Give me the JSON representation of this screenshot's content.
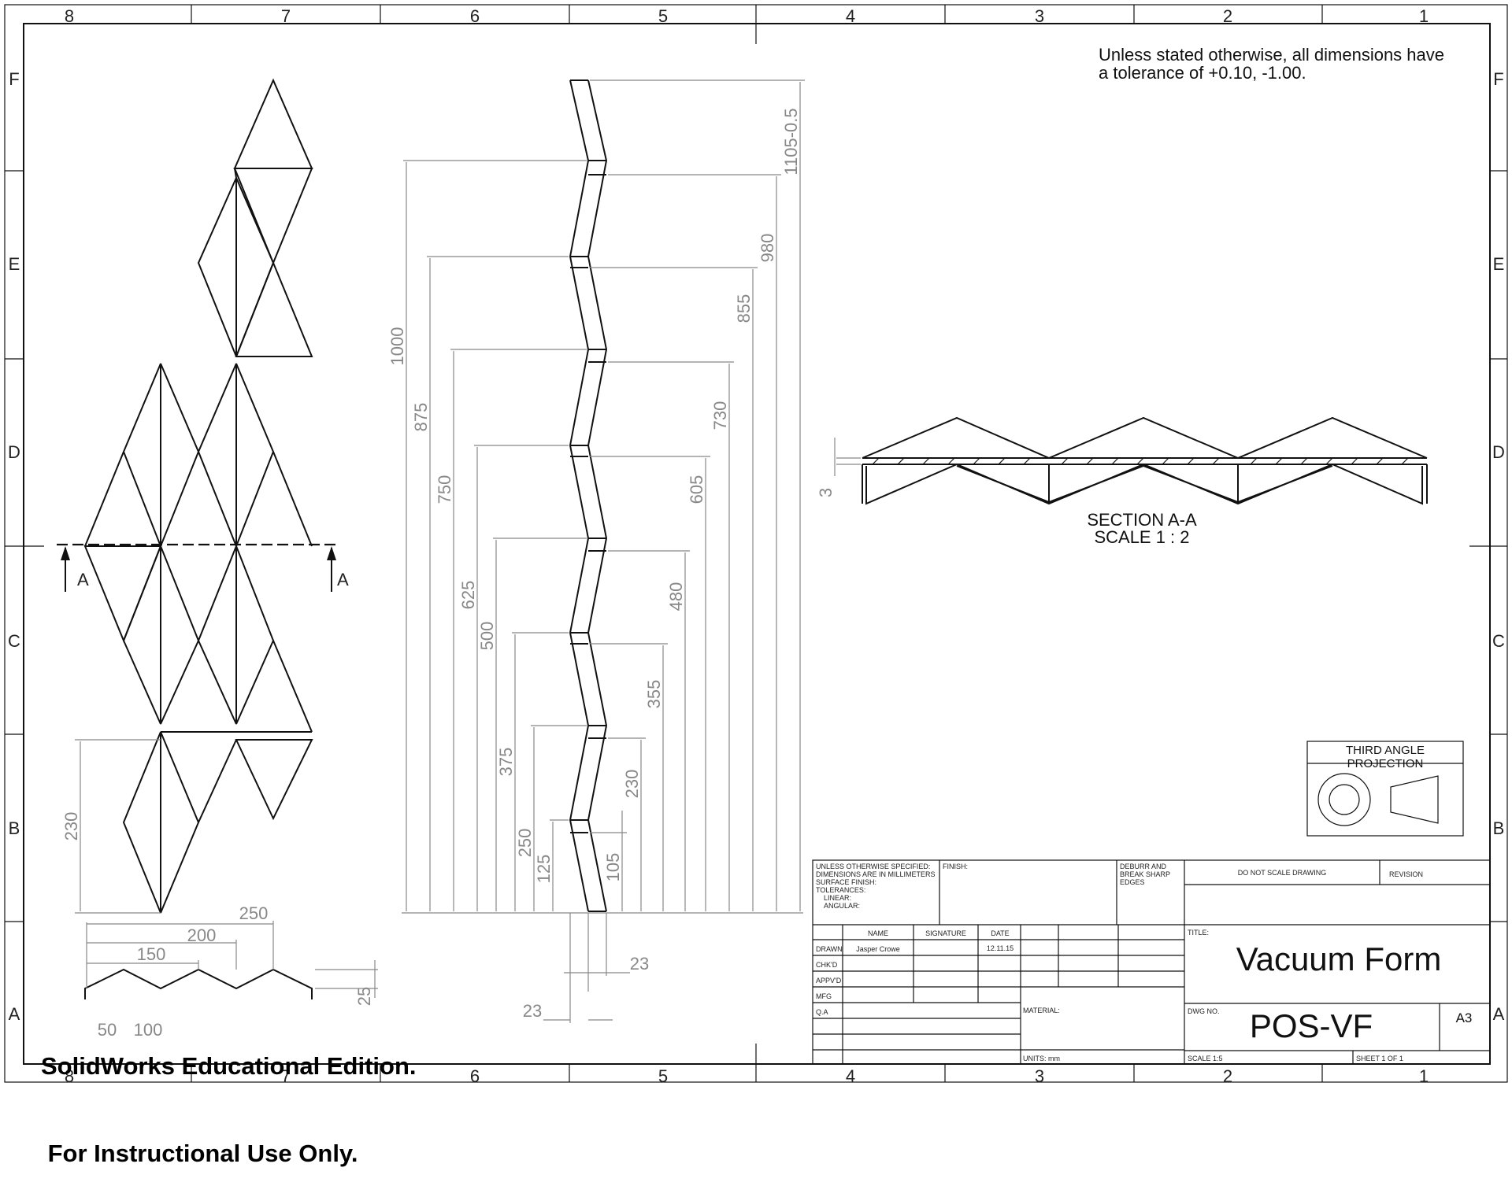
{
  "zones": {
    "columns": [
      "8",
      "7",
      "6",
      "5",
      "4",
      "3",
      "2",
      "1"
    ],
    "rows": [
      "F",
      "E",
      "D",
      "C",
      "B",
      "A"
    ]
  },
  "note": {
    "line1": "Unless stated otherwise, all dimensions have",
    "line2": "a tolerance of +0.10, -1.00."
  },
  "section_marker": {
    "left": "A",
    "right": "A"
  },
  "flat_view": {
    "height_dim": "230",
    "widths": [
      "250",
      "200",
      "150",
      "100",
      "50"
    ],
    "height_small": "25"
  },
  "side_view": {
    "dims_left": [
      "1000",
      "875",
      "750",
      "625",
      "500",
      "375",
      "250",
      "125"
    ],
    "dims_right": [
      "1105-0.5",
      "980",
      "855",
      "730",
      "605",
      "480",
      "355",
      "230",
      "105"
    ],
    "bottom_dims": [
      "23",
      "23"
    ]
  },
  "section_view": {
    "thickness": "3",
    "label": "SECTION A-A",
    "scale": "SCALE 1 : 2"
  },
  "projection": {
    "label": "THIRD ANGLE PROJECTION"
  },
  "title_block": {
    "unless": [
      "UNLESS OTHERWISE SPECIFIED:",
      "DIMENSIONS ARE IN MILLIMETERS",
      "SURFACE FINISH:",
      "TOLERANCES:",
      "LINEAR:",
      "ANGULAR:"
    ],
    "finish": "FINISH:",
    "deburr": [
      "DEBURR AND",
      "BREAK SHARP",
      "EDGES"
    ],
    "do_not_scale": "DO NOT SCALE DRAWING",
    "revision": "REVISION",
    "headers": {
      "name": "NAME",
      "signature": "SIGNATURE",
      "date": "DATE"
    },
    "roles": [
      "DRAWN",
      "CHK'D",
      "APPV'D",
      "MFG",
      "Q.A"
    ],
    "drawn_by": "Jasper Crowe",
    "drawn_date": "12.11.15",
    "material": "MATERIAL:",
    "title_label": "TITLE:",
    "title": "Vacuum Form",
    "dwg_label": "DWG NO.",
    "dwg_no": "POS-VF",
    "sheet_size": "A3",
    "units": "UNITS: mm",
    "scale": "SCALE 1:5",
    "sheet": "SHEET 1 OF 1"
  },
  "watermark": {
    "line1": "SolidWorks Educational Edition.",
    "line2": " For Instructional Use Only."
  }
}
